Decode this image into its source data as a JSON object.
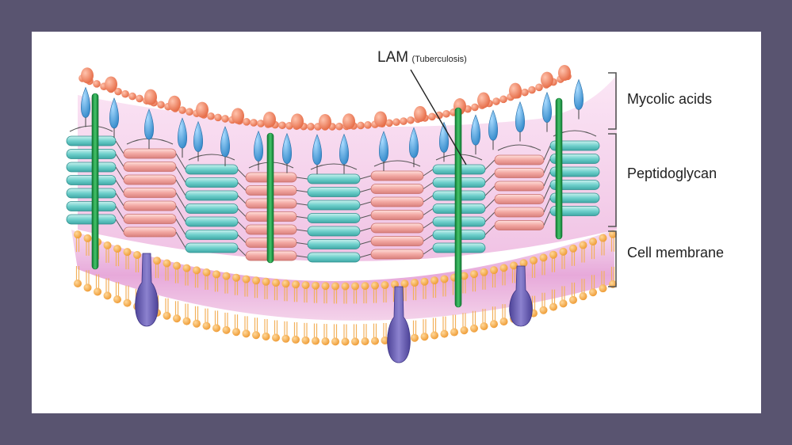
{
  "labels": {
    "lam": "LAM",
    "lam_note": "(Tuberculosis)",
    "mycolic_acids": "Mycolic acids",
    "peptidoglycan": "Peptidoglycan",
    "cell_membrane": "Cell membrane"
  },
  "colors": {
    "frame": "#595470",
    "mycolic_bead": "#f08a68",
    "mycolic_head": "#3f9ad6",
    "glycan_teal": "#6fd0cc",
    "glycan_pink": "#f2a7a2",
    "lipid_head": "#f6a94b",
    "membrane_fill": "#ecb6e0",
    "lam_green": "#1f9b45",
    "protein_purple": "#6a5fb0"
  },
  "legend_position": "right"
}
